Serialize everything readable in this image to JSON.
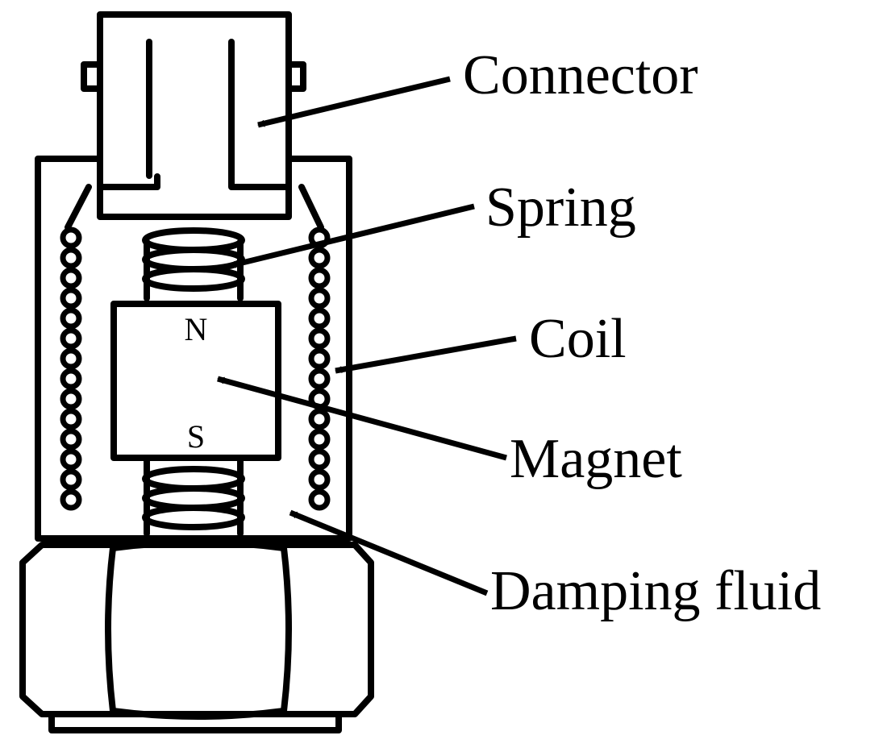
{
  "labels": {
    "connector": "Connector",
    "spring": "Spring",
    "coil": "Coil",
    "magnet": "Magnet",
    "damping_fluid": "Damping fluid"
  },
  "poles": {
    "north": "N",
    "south": "S"
  },
  "colors": {
    "line": "#000000",
    "background": "#ffffff"
  }
}
